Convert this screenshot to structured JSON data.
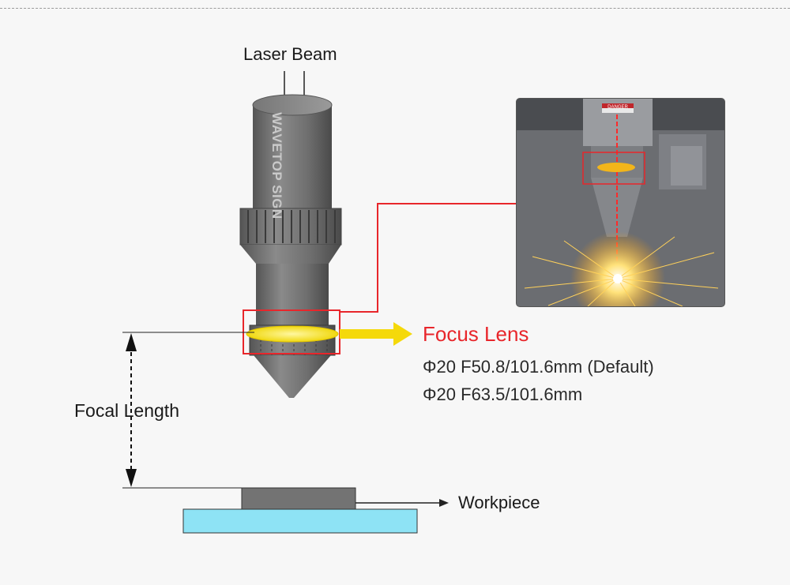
{
  "labels": {
    "laser_beam": "Laser Beam",
    "focal_length": "Focal Length",
    "workpiece": "Workpiece",
    "focus_lens": "Focus Lens"
  },
  "specs": [
    "Φ20 F50.8/101.6mm (Default)",
    "Φ20 F63.5/101.6mm"
  ],
  "brand": "WAVETOP SIGN",
  "photo_label": "DANGER",
  "colors": {
    "lens_title": "#e8262b",
    "highlight_box": "#e8262b",
    "lens": "#f5e22a",
    "arrow": "#f5d90a",
    "head_body": "#6b6b6b",
    "workpiece_top": "#707070",
    "workpiece_base": "#8ee3f5"
  }
}
